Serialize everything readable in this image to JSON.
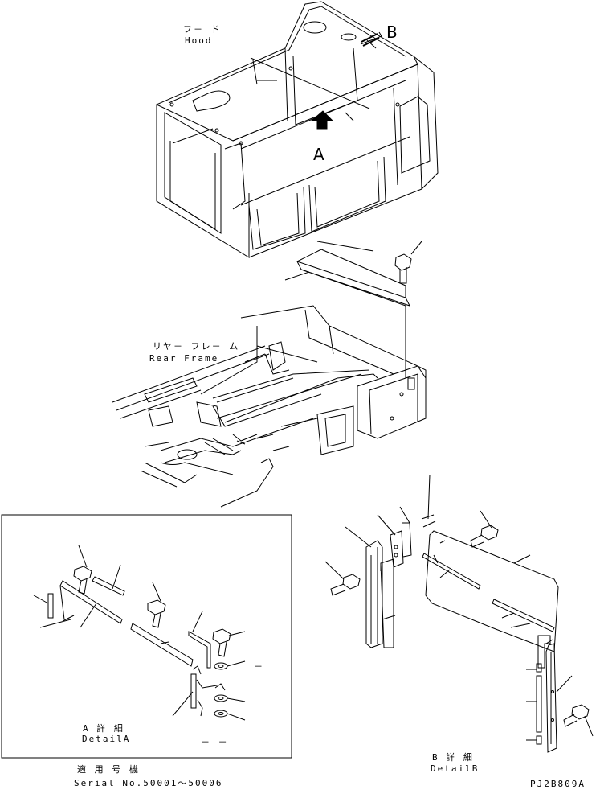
{
  "labels": {
    "hood_jp": "フ－ ド",
    "hood_en": "Hood",
    "marker_a": "A",
    "marker_b": "B",
    "rear_frame_jp": "リヤ－ フレ－ ム",
    "rear_frame_en": "Rear Frame",
    "detail_a_jp": "A 詳 細",
    "detail_a_en": "DetailA",
    "detail_b_jp": "B 詳 細",
    "detail_b_en": "DetailB",
    "serial_jp": "適 用 号 機",
    "serial_en": "Serial No.50001～50006",
    "dash_1": "－",
    "dash_2": "－ －",
    "drawing_code": "PJ2B809A"
  }
}
